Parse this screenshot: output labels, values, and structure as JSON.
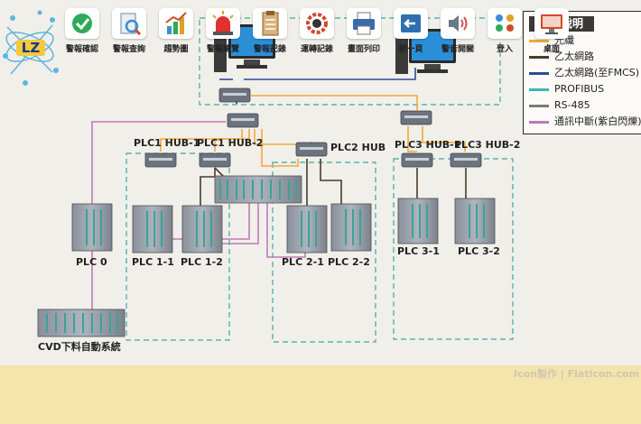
{
  "logo": {
    "text": "LZ"
  },
  "legend": {
    "title": "顏色說明",
    "items": [
      {
        "label": "光纖",
        "color": "#f2a93b"
      },
      {
        "label": "乙太網路",
        "color": "#4a3b2a"
      },
      {
        "label": "乙太網路(至FMCS)",
        "color": "#2d4a9a"
      },
      {
        "label": "PROFIBUS",
        "color": "#3fb6b0"
      },
      {
        "label": "RS-485",
        "color": "#7a7a7a"
      },
      {
        "label": "通訊中斷(紫白閃爍)",
        "color": "#c07ab8"
      }
    ]
  },
  "labels": {
    "plc1_hub1": "PLC1 HUB-1",
    "plc1_hub2": "PLC1 HUB-2",
    "plc2_hub": "PLC2 HUB",
    "plc3_hub1": "PLC3 HUB-1",
    "plc3_hub2": "PLC3 HUB-2",
    "plc0": "PLC 0",
    "plc1_1": "PLC 1-1",
    "plc1_2": "PLC 1-2",
    "plc2_1": "PLC 2-1",
    "plc2_2": "PLC 2-2",
    "plc3_1": "PLC 3-1",
    "plc3_2": "PLC 3-2",
    "cvd": "CVD下料自動系統"
  },
  "credit": "Icon製作 | Flaticon.com",
  "toolbar": [
    {
      "label": "警報確認",
      "icon": "check-icon",
      "color": "#2eaa5a"
    },
    {
      "label": "警報查詢",
      "icon": "search-doc-icon",
      "color": "#3a8fd0"
    },
    {
      "label": "趨勢圖",
      "icon": "bar-chart-icon",
      "color": "#e0a020"
    },
    {
      "label": "警報總覽",
      "icon": "siren-icon",
      "color": "#e03030"
    },
    {
      "label": "警報記錄",
      "icon": "clipboard-icon",
      "color": "#b08040"
    },
    {
      "label": "運轉記錄",
      "icon": "gear-icon",
      "color": "#d04a2a"
    },
    {
      "label": "畫面列印",
      "icon": "printer-icon",
      "color": "#3a6ab0"
    },
    {
      "label": "前一頁",
      "icon": "back-icon",
      "color": "#2f6fb0"
    },
    {
      "label": "警音開關",
      "icon": "speaker-icon",
      "color": "#d05050"
    },
    {
      "label": "登入",
      "icon": "users-icon",
      "color": "#3a8fd0"
    },
    {
      "label": "桌面",
      "icon": "monitor-icon",
      "color": "#d04a2a"
    }
  ]
}
